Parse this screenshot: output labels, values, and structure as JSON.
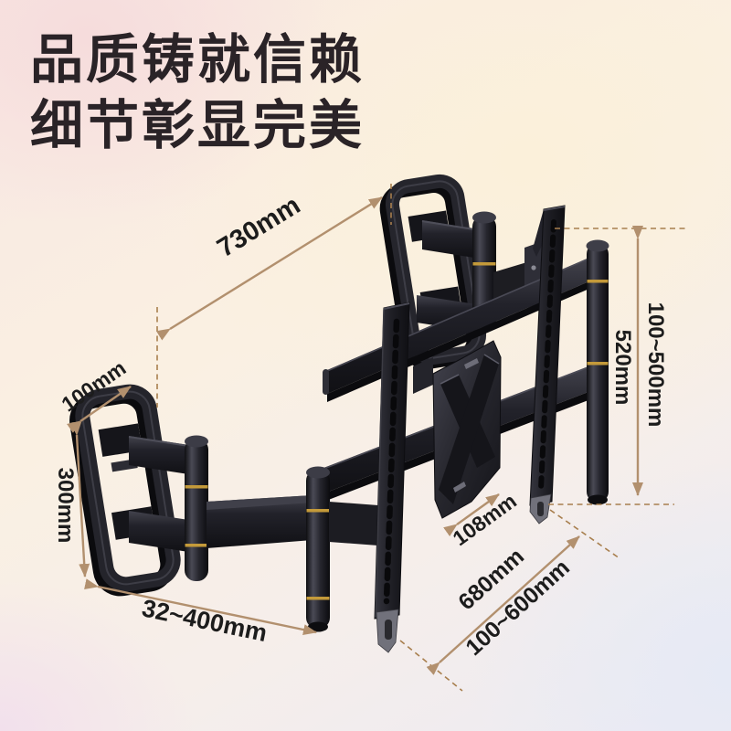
{
  "header": {
    "title_line1": "品质铸就信赖",
    "title_line2": "细节彰显完美"
  },
  "dims": {
    "d730": {
      "label": "730mm"
    },
    "d100": {
      "label": "100mm"
    },
    "d300": {
      "label": "300mm"
    },
    "d32_400": {
      "label": "32~400mm"
    },
    "d108": {
      "label": "108mm"
    },
    "d680": {
      "label": "680mm"
    },
    "d100_600": {
      "label": "100~600mm"
    },
    "d520": {
      "label": "520mm"
    },
    "d100_500": {
      "label": "100~500mm"
    }
  },
  "palette": {
    "arrow": "#b2906e",
    "dash": "#a87f4e",
    "dim_text": "#1c1c1c",
    "title_text": "#2a2327",
    "gold": "#c49a3a",
    "metal_dark": "#17171b",
    "metal_light": "#3a3a42",
    "foot_gray": "#71717b"
  }
}
